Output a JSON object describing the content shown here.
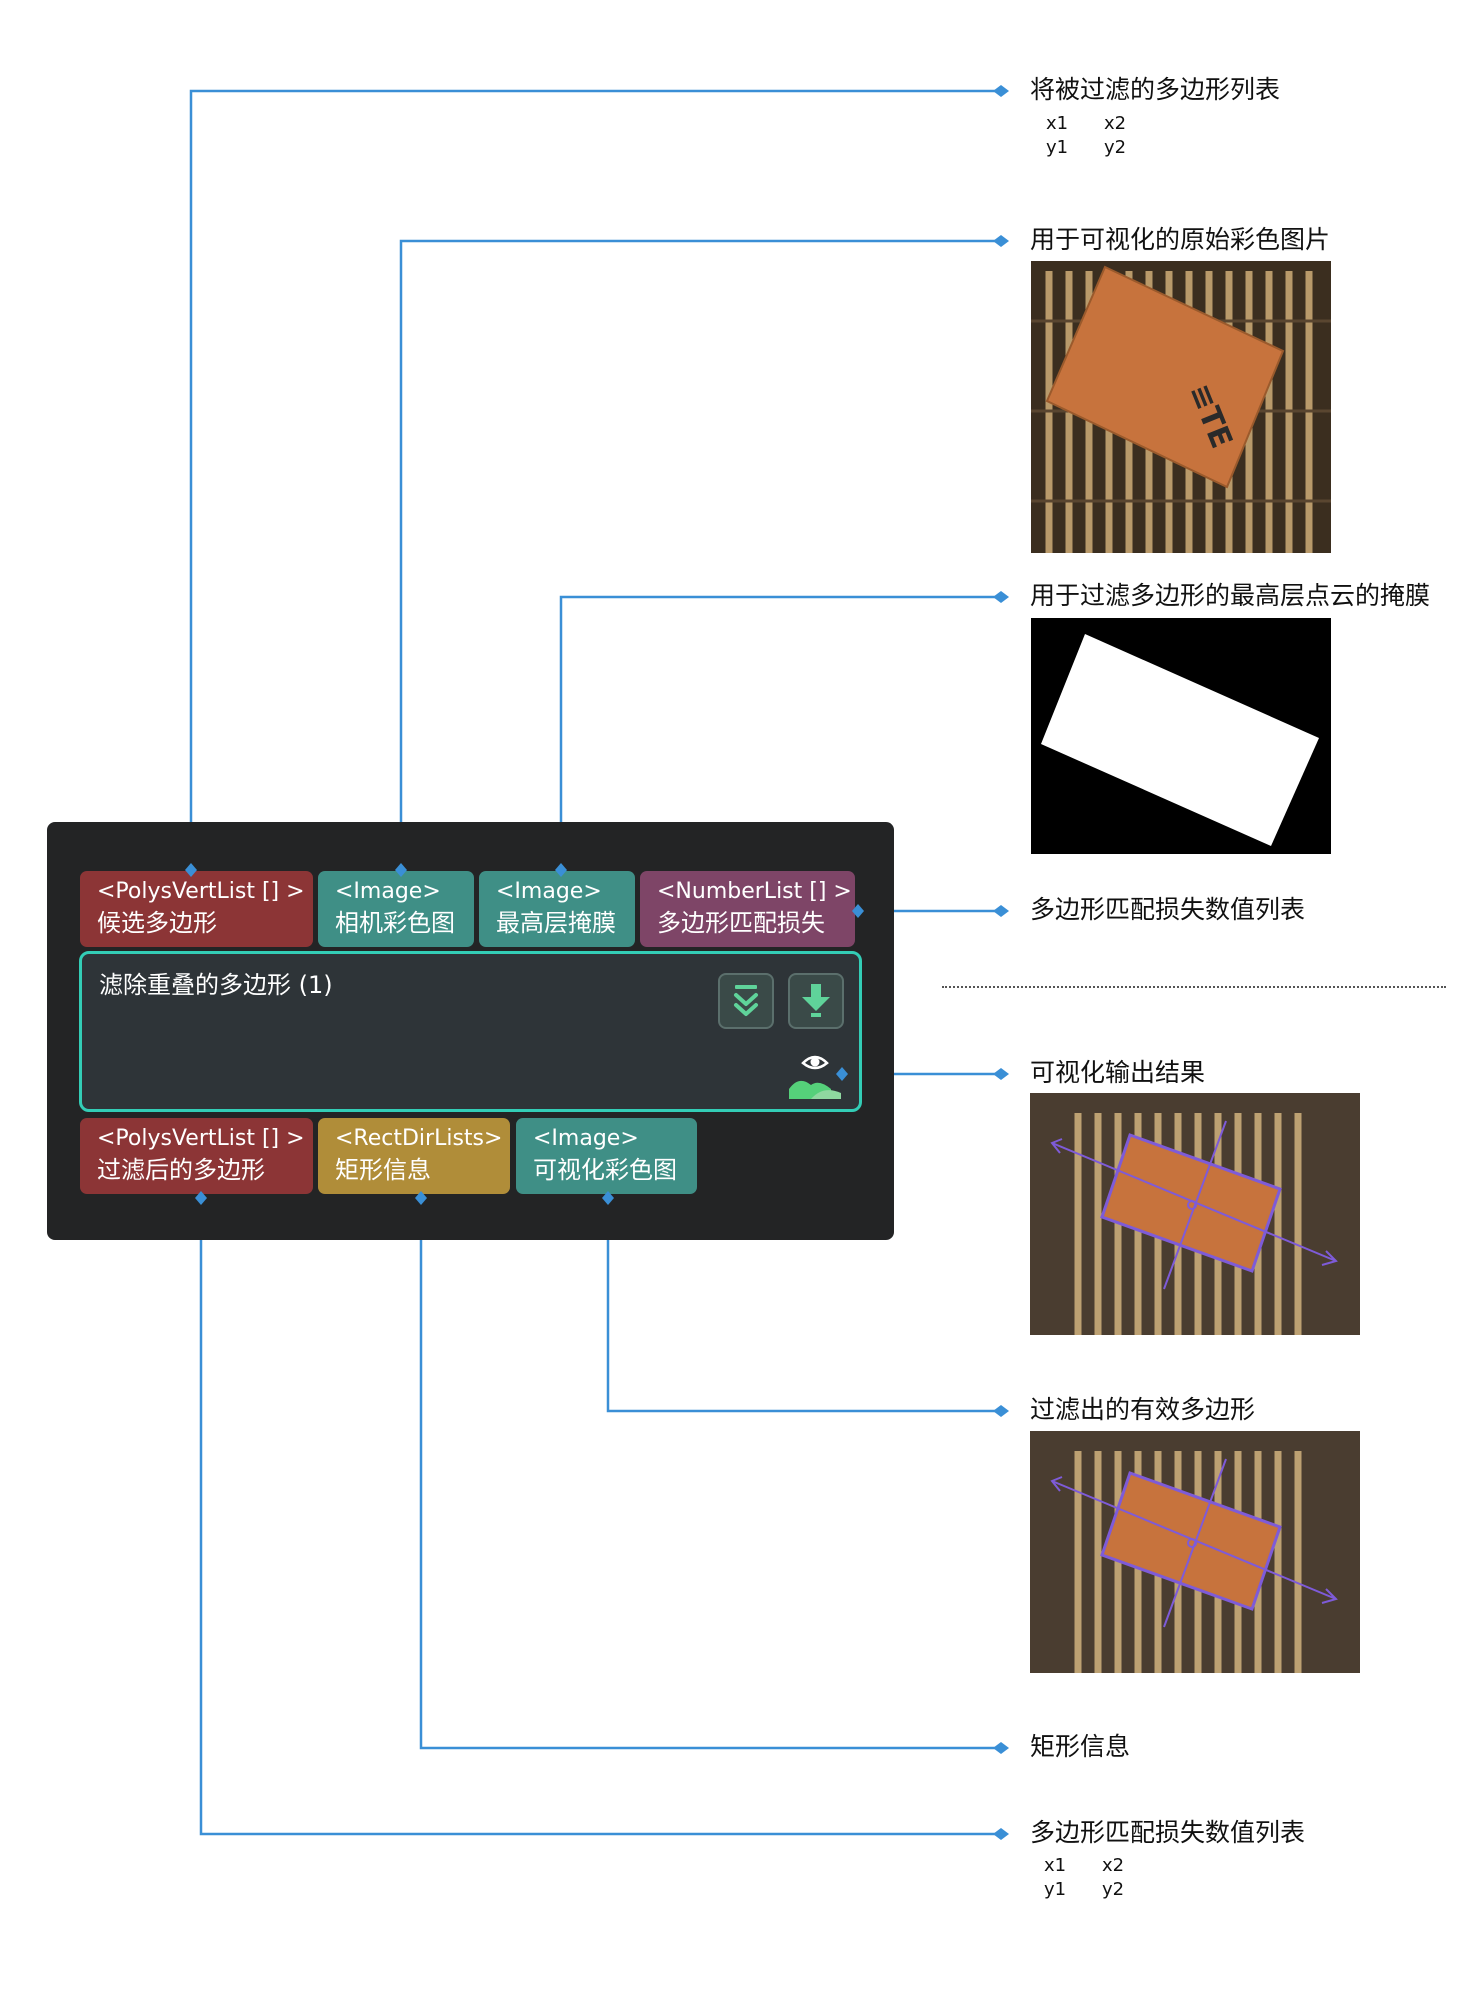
{
  "node": {
    "title": "滤除重叠的多边形 (1)",
    "inputs": [
      {
        "type": "<PolysVertList [] >",
        "label": "候选多边形",
        "color": "#8c3536"
      },
      {
        "type": "<Image>",
        "label": "相机彩色图",
        "color": "#3f8f86"
      },
      {
        "type": "<Image>",
        "label": "最高层掩膜",
        "color": "#3f8f86"
      },
      {
        "type": "<NumberList [] >",
        "label": "多边形匹配损失",
        "color": "#7e4567"
      }
    ],
    "outputs": [
      {
        "type": "<PolysVertList [] >",
        "label": "过滤后的多边形",
        "color": "#8c3536"
      },
      {
        "type": "<RectDirLists>",
        "label": "矩形信息",
        "color": "#b08d39"
      },
      {
        "type": "<Image>",
        "label": "可视化彩色图",
        "color": "#3f8f86"
      }
    ],
    "buttons": [
      {
        "icon": "chevron-double-down-icon"
      },
      {
        "icon": "download-arrow-icon"
      }
    ],
    "visualize_icon": "eye-landscape-icon",
    "accent_color": "#33cdb6"
  },
  "annotations": {
    "polygon_list": {
      "label": "将被过滤的多边形列表",
      "coords": [
        "x1",
        "x2",
        "y1",
        "y2"
      ]
    },
    "color_image": {
      "label": "用于可视化的原始彩色图片",
      "image": "photo of orange box on metal rack"
    },
    "top_mask": {
      "label": "用于过滤多边形的最高层点云的掩膜",
      "image": "white rotated rectangle mask on black"
    },
    "match_loss": {
      "label": "多边形匹配损失数值列表"
    },
    "vis_output": {
      "label": "可视化输出结果",
      "image": "box photo with purple polygon and direction arrows"
    },
    "valid_polygons": {
      "label": "过滤出的有效多边形",
      "image": "box photo with purple polygon and direction arrows"
    },
    "rect_info": {
      "label": "矩形信息"
    },
    "loss_list_out": {
      "label": "多边形匹配损失数值列表",
      "coords": [
        "x1",
        "x2",
        "y1",
        "y2"
      ]
    }
  },
  "colors": {
    "wire": "#3a8fd6",
    "node_bg": "#232425",
    "body_bg": "#2e3438"
  }
}
